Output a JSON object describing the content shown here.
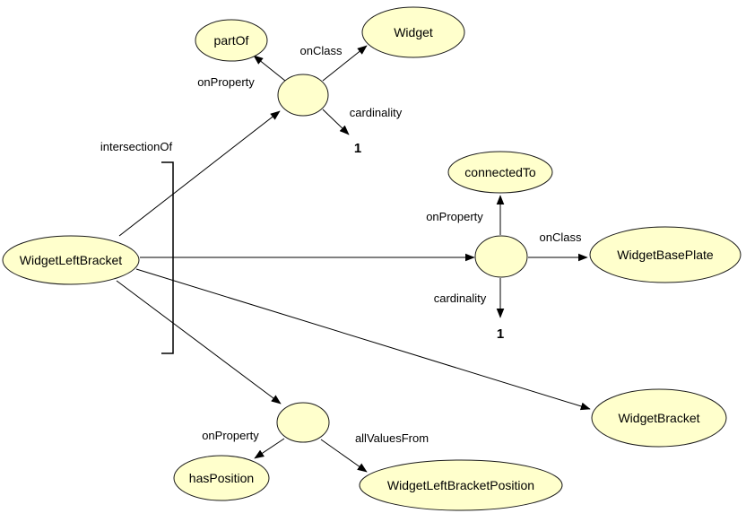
{
  "diagram": {
    "colors": {
      "background": "#ffffff",
      "node_fill": "#ffffcc",
      "node_stroke": "#1a1a1a",
      "edge": "#000000"
    },
    "nodes": {
      "part_of": "partOf",
      "widget": "Widget",
      "connected_to": "connectedTo",
      "widget_base_plate": "WidgetBasePlate",
      "widget_left_bracket": "WidgetLeftBracket",
      "widget_bracket": "WidgetBracket",
      "has_position": "hasPosition",
      "widget_left_bracket_position": "WidgetLeftBracketPosition"
    },
    "edge_labels": {
      "intersection_of": "intersectionOf",
      "top_on_property": "onProperty",
      "top_on_class": "onClass",
      "top_cardinality": "cardinality",
      "top_cardinality_value": "1",
      "mid_on_property": "onProperty",
      "mid_on_class": "onClass",
      "mid_cardinality": "cardinality",
      "mid_cardinality_value": "1",
      "bottom_on_property": "onProperty",
      "bottom_all_values_from": "allValuesFrom"
    }
  }
}
